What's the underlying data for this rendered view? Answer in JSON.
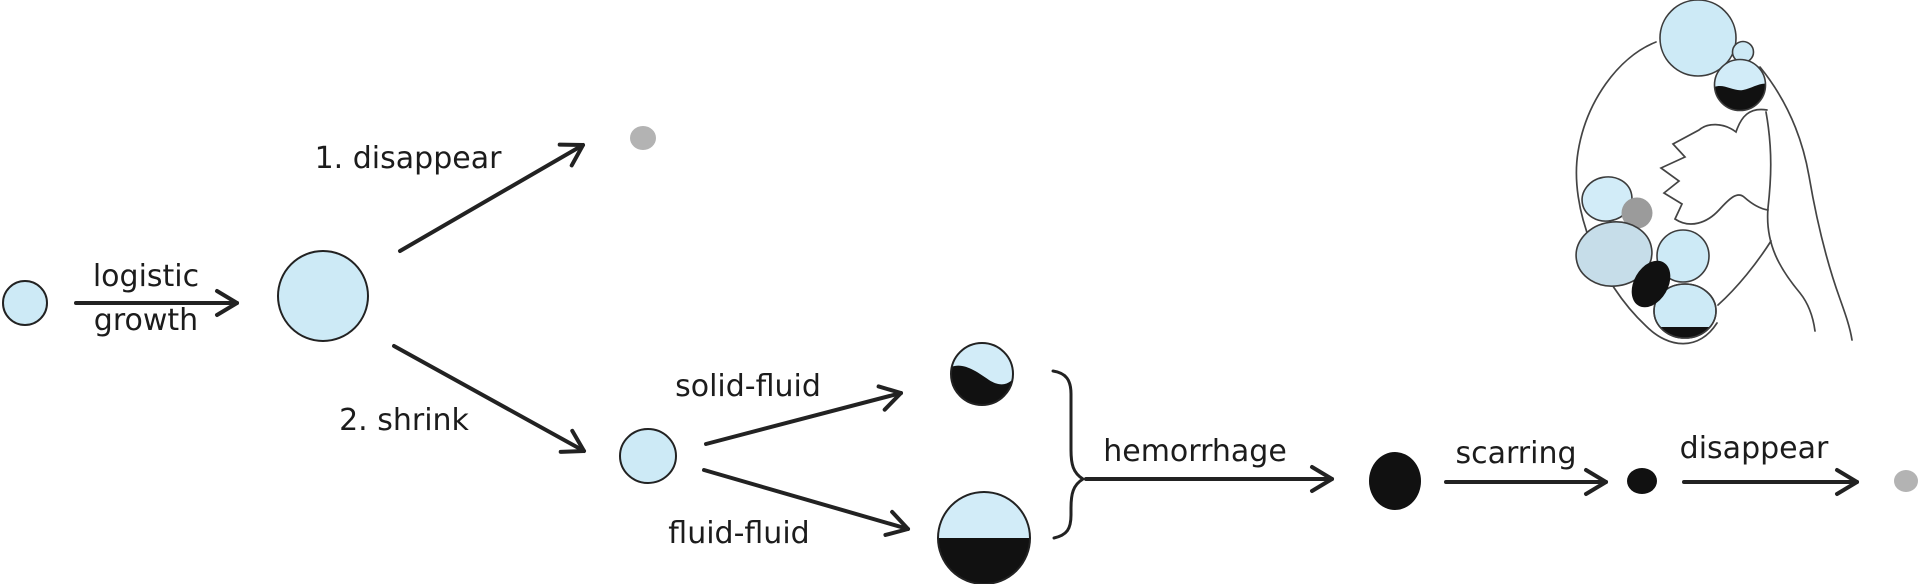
{
  "labels": {
    "growth_line1": "logistic",
    "growth_line2": "growth",
    "branch_disappear": "1. disappear",
    "branch_shrink": "2. shrink",
    "split_solid_fluid": "solid-fluid",
    "split_fluid_fluid": "fluid-fluid",
    "hemorrhage": "hemorrhage",
    "scarring": "scarring",
    "disappear_final": "disappear"
  },
  "colors": {
    "cyst_fluid_blue": "#cdeaf6",
    "cyst_fluid_blue_light": "#d2ecf8",
    "pale_blue": "#c6dde9",
    "remnant_gray": "#b3b3b3",
    "nodule_gray": "#9b9b9b",
    "solid_black": "#111111",
    "line": "#222222",
    "text": "#1c1c1c"
  },
  "nodes": [
    {
      "id": "initial-cyst",
      "fill": "#cdeaf6"
    },
    {
      "id": "grown-cyst",
      "fill": "#cdeaf6"
    },
    {
      "id": "disappeared-remnant-top",
      "fill": "#b3b3b3"
    },
    {
      "id": "shrunk-cyst",
      "fill": "#cdeaf6"
    },
    {
      "id": "solid-fluid-cyst",
      "fill": "#cdeaf6 / #111111"
    },
    {
      "id": "fluid-fluid-cyst",
      "fill": "#cdeaf6 / #111111"
    },
    {
      "id": "hemorrhagic-cyst",
      "fill": "#111111"
    },
    {
      "id": "scar-nodule",
      "fill": "#111111"
    },
    {
      "id": "disappeared-remnant-final",
      "fill": "#b3b3b3"
    }
  ],
  "illustration": {
    "name": "kidney-with-cysts-icon"
  }
}
